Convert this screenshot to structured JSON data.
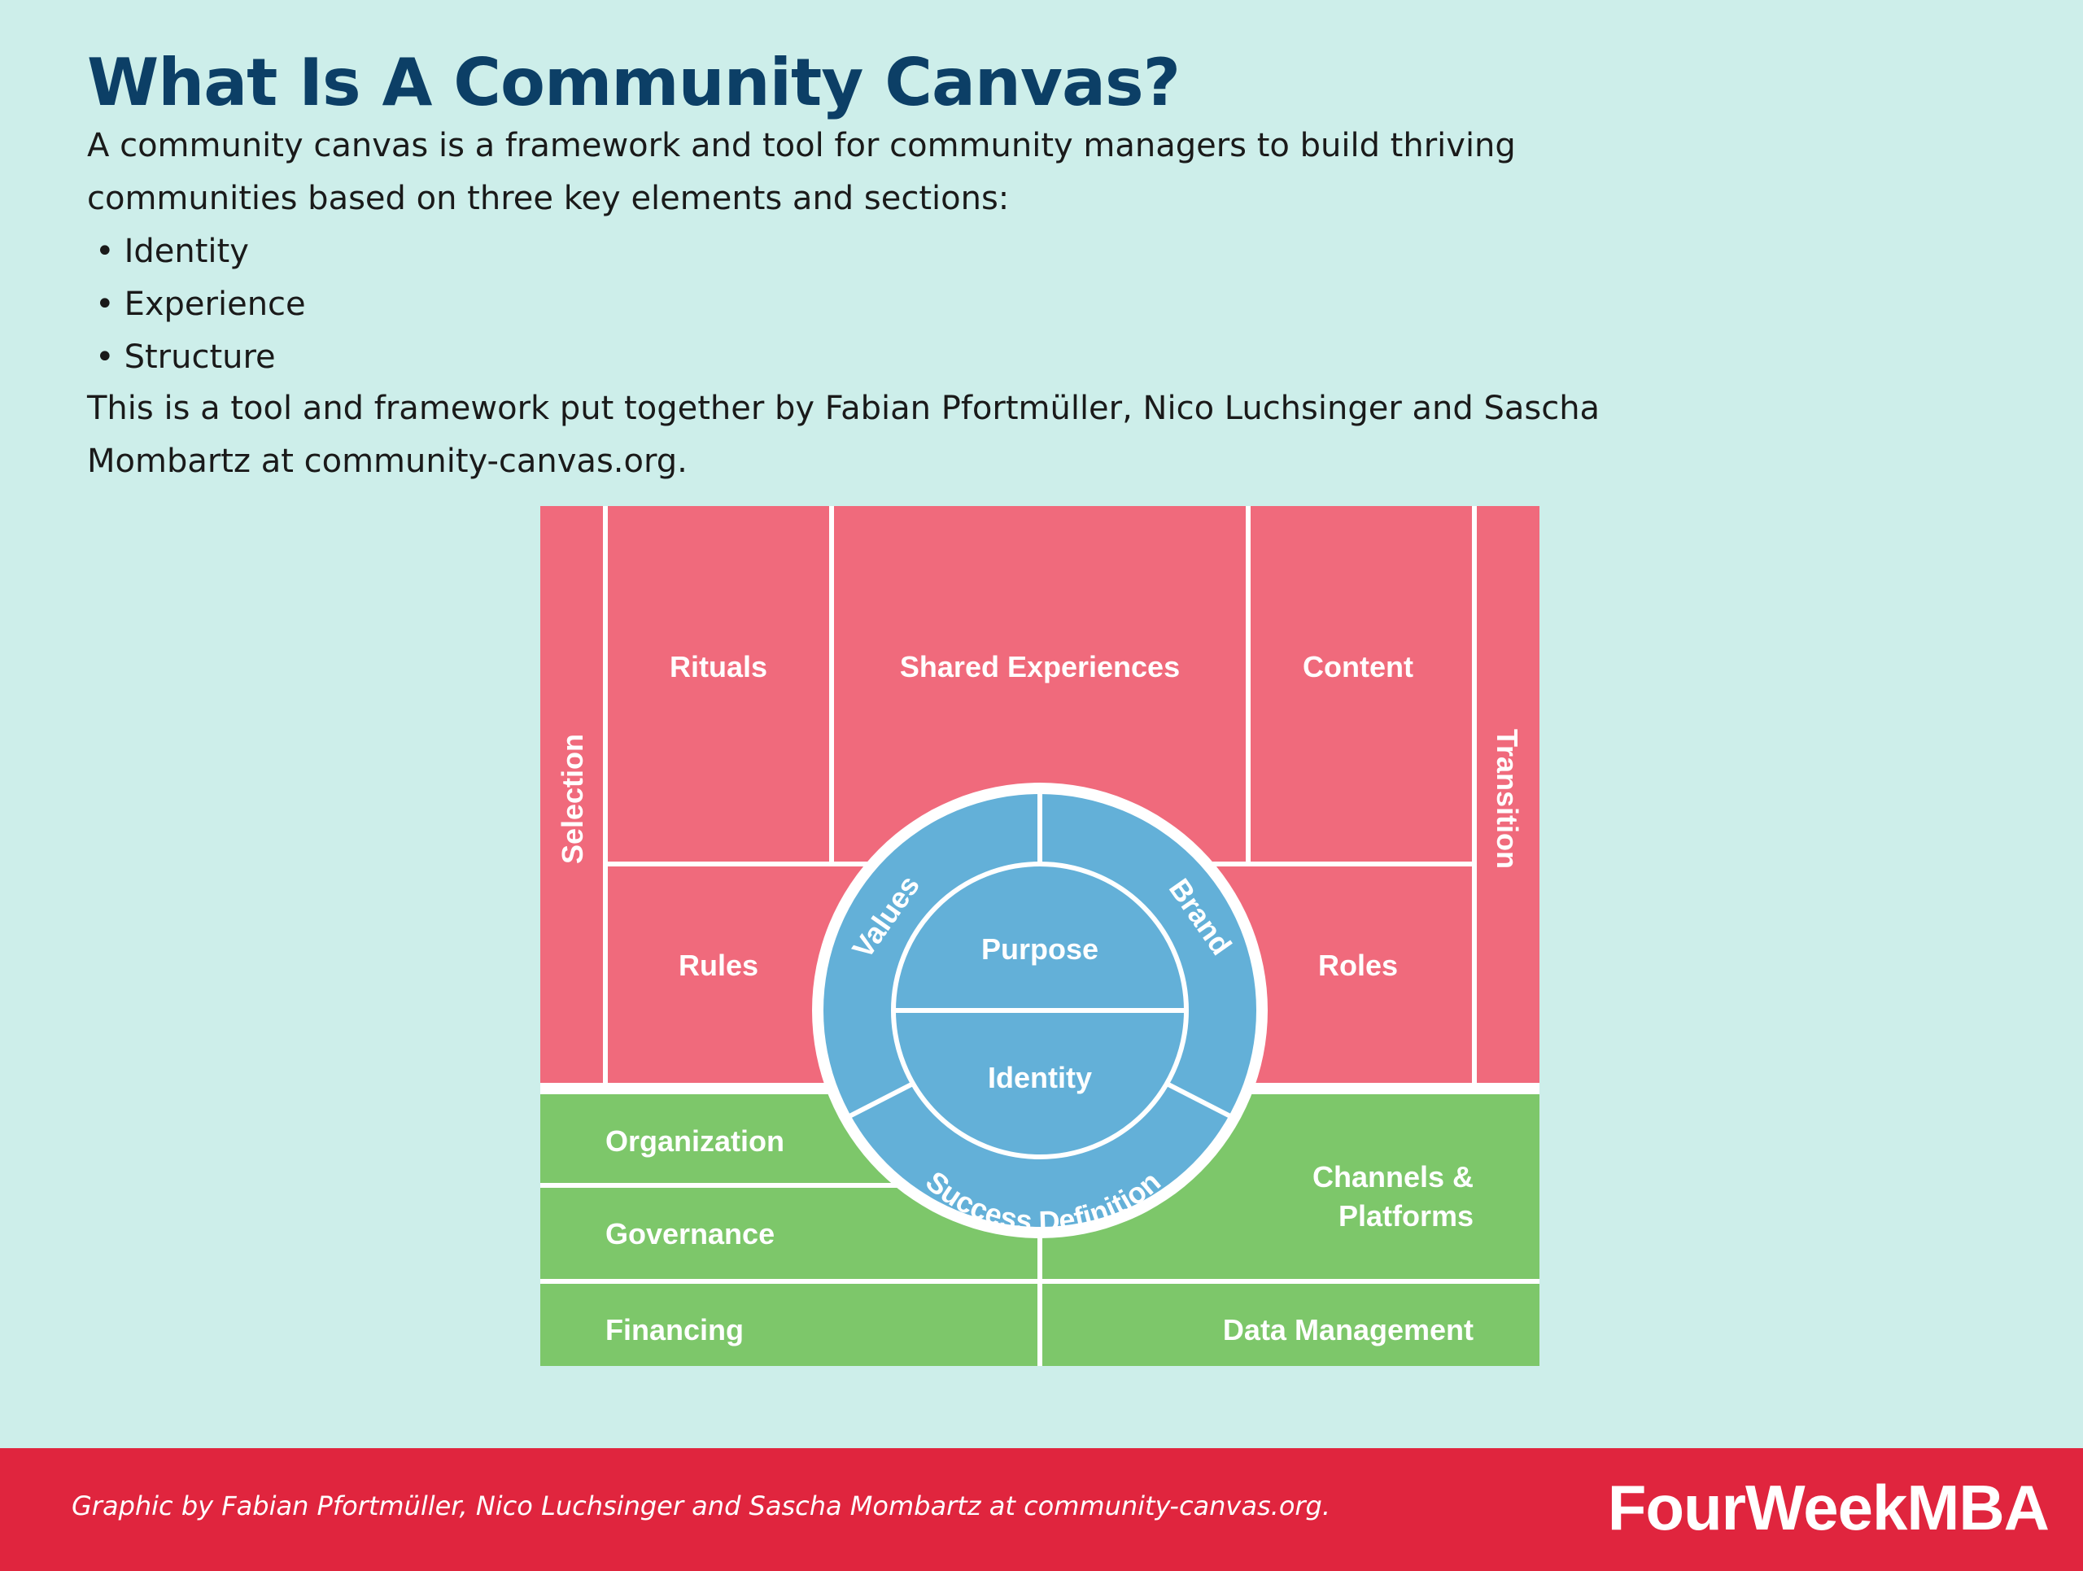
{
  "header": {
    "title": "What Is A Community Canvas?",
    "intro": "A community canvas is a framework and tool for community managers to build thriving communities based on three key elements and sections:",
    "bullets": [
      "Identity",
      "Experience",
      "Structure"
    ],
    "credit": "This is a tool and framework put together by Fabian Pfortmüller, Nico Luchsinger and Sascha Mombartz at community-canvas.org."
  },
  "canvas": {
    "experience": {
      "selection": "Selection",
      "rituals": "Rituals",
      "shared_experiences": "Shared Experiences",
      "content": "Content",
      "transition": "Transition",
      "rules": "Rules",
      "roles": "Roles"
    },
    "identity": {
      "values": "Values",
      "brand": "Brand",
      "purpose": "Purpose",
      "identity": "Identity",
      "success_definition": "Success Definition"
    },
    "structure": {
      "organization": "Organization",
      "governance": "Governance",
      "financing": "Financing",
      "channels_line1": "Channels &",
      "channels_line2": "Platforms",
      "data_management": "Data Management"
    },
    "colors": {
      "experience": "#f06a7c",
      "identity": "#63b0d8",
      "structure": "#7dc76a",
      "divider": "#ffffff"
    }
  },
  "footer": {
    "credit": "Graphic by Fabian Pfortmüller, Nico Luchsinger and Sascha Mombartz at community-canvas.org.",
    "brand": "FourWeekMBA"
  }
}
